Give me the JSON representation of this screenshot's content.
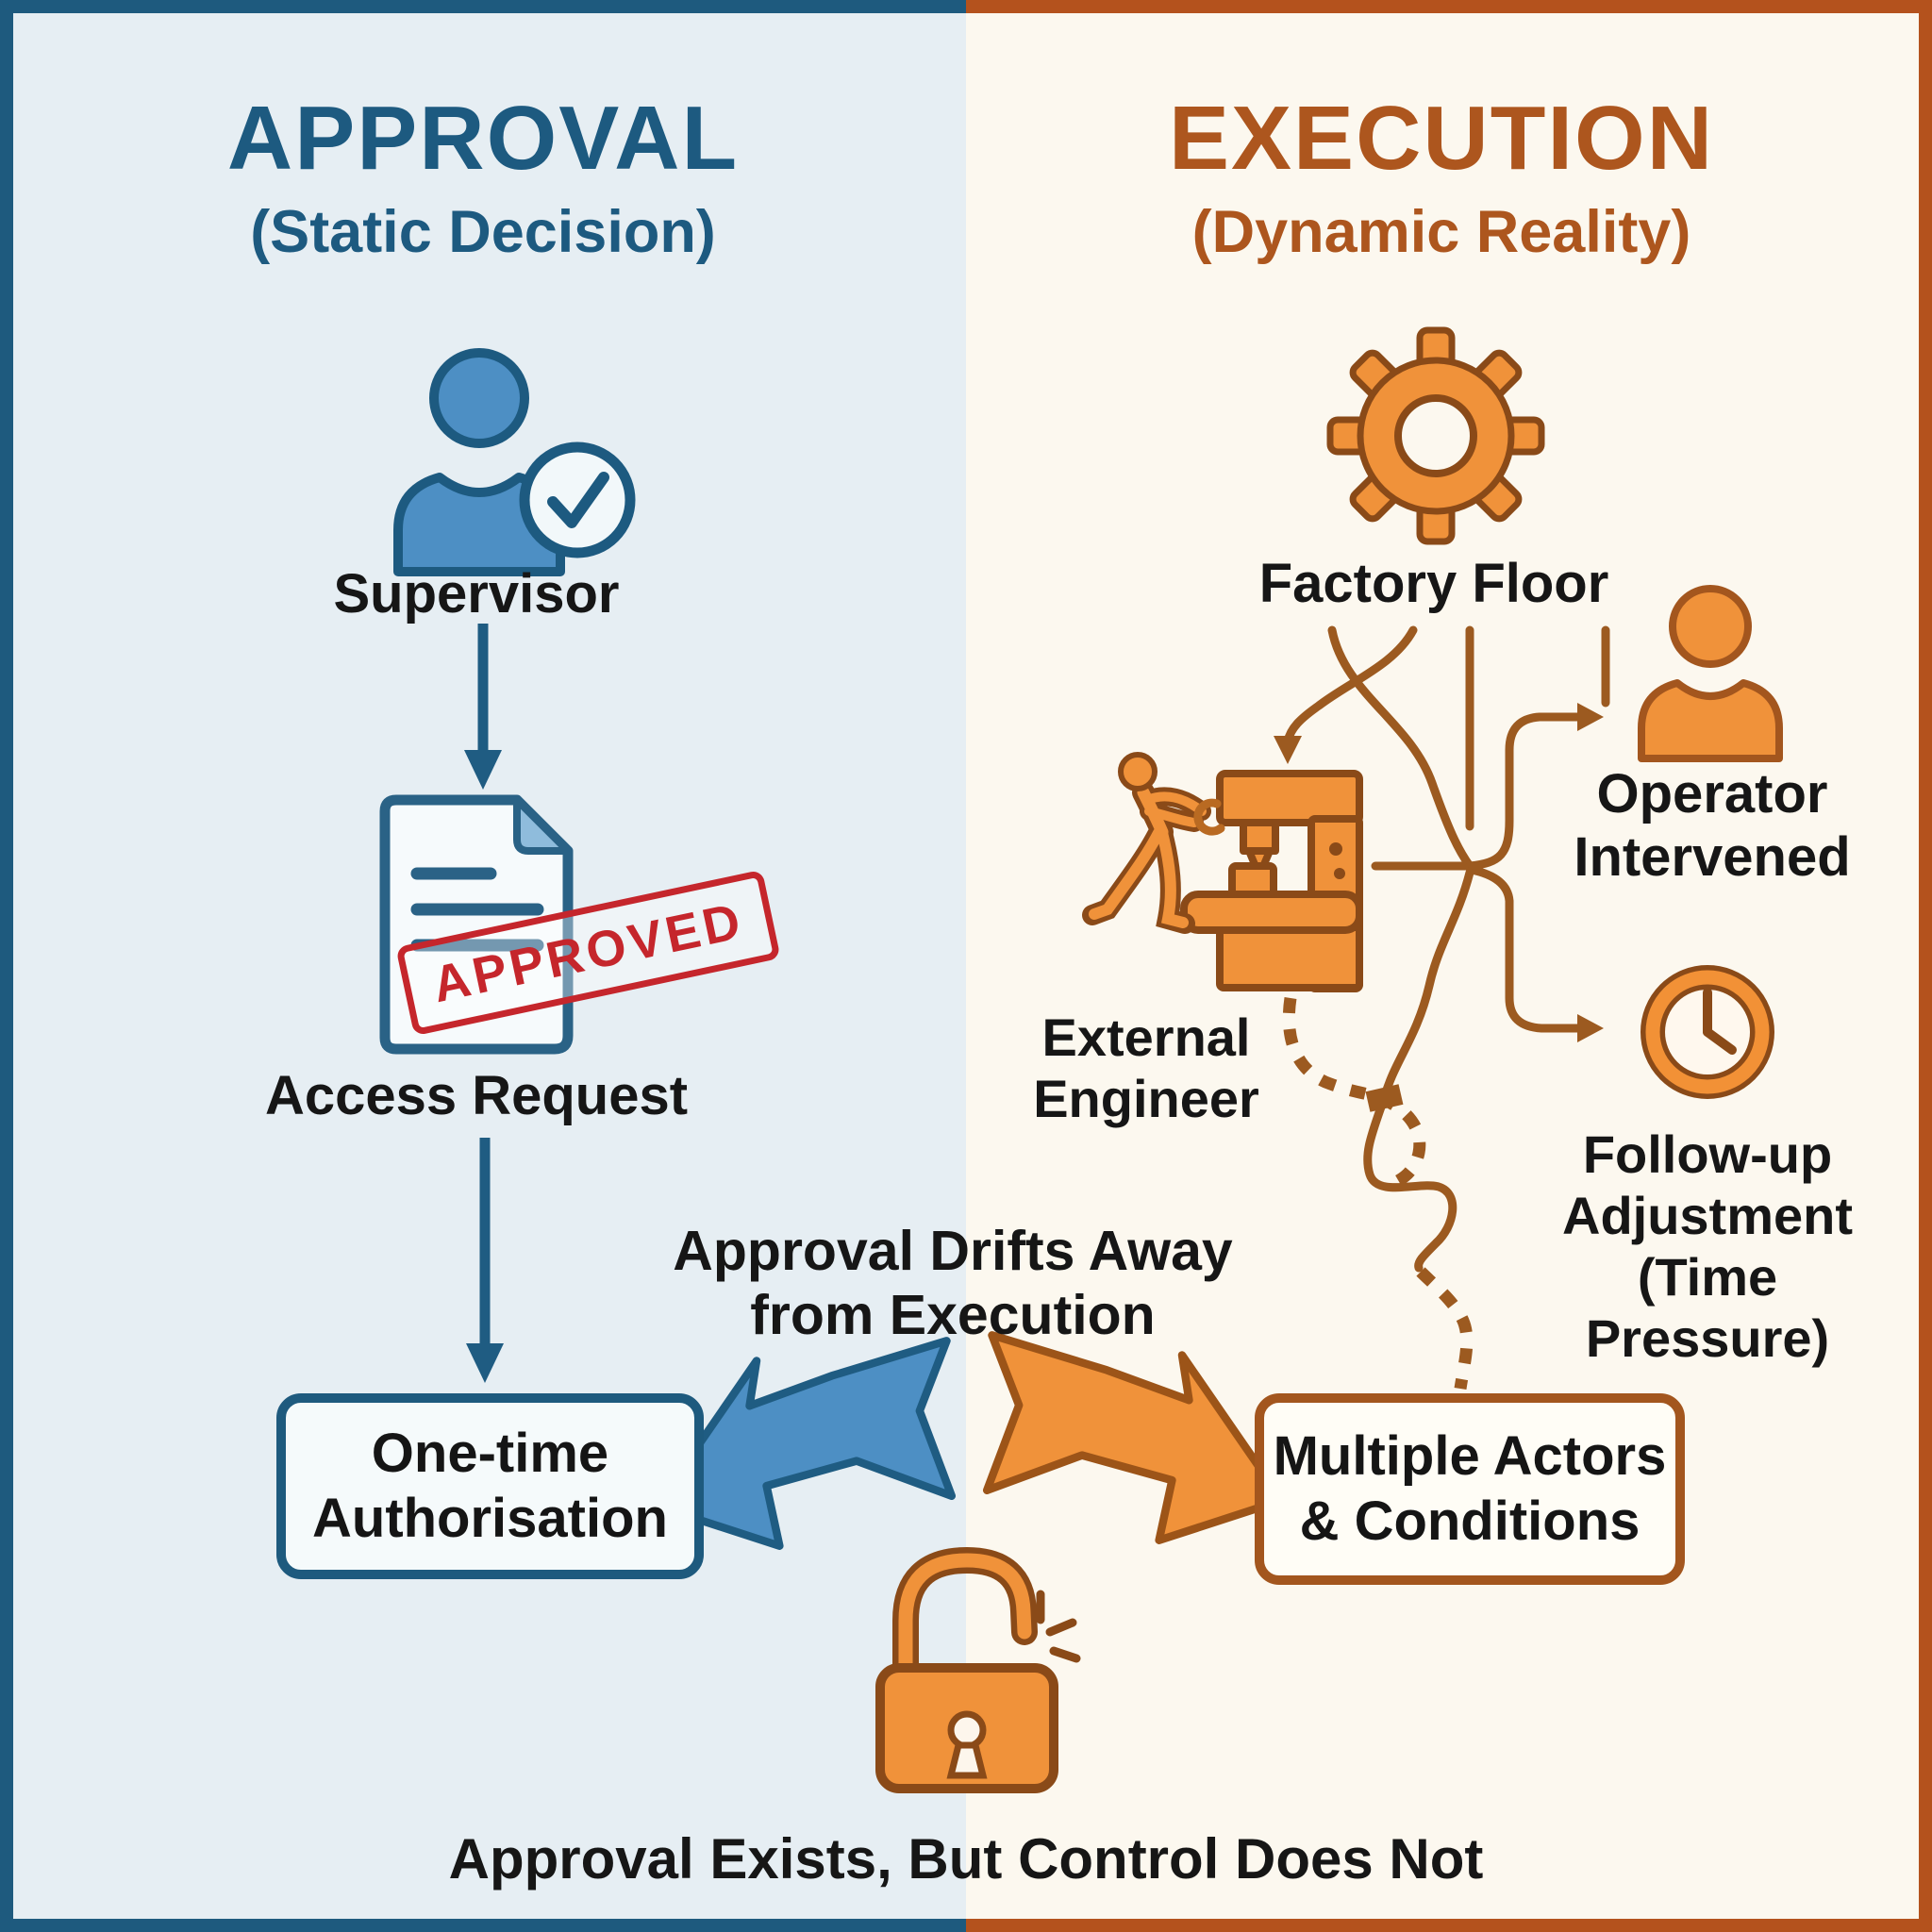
{
  "left": {
    "title": "APPROVAL",
    "subtitle": "(Static Decision)",
    "supervisor_label": "Supervisor",
    "stamp_text": "APPROVED",
    "document_label": "Access Request",
    "auth_box": "One-time\nAuthorisation"
  },
  "right": {
    "title": "EXECUTION",
    "subtitle": "(Dynamic Reality)",
    "factory_label": "Factory Floor",
    "engineer_label": "External\nEngineer",
    "operator_label": "Operator\nIntervened",
    "clock_label": "Follow-up\nAdjustment\n(Time Pressure)",
    "actors_box": "Multiple Actors\n& Conditions"
  },
  "center": {
    "drift_text": "Approval Drifts Away\nfrom Execution",
    "caption": "Approval Exists, But Control Does Not"
  },
  "colors": {
    "left_bg": "#e6eef3",
    "right_bg": "#fcf8ef",
    "blue_dark": "#1e5a7e",
    "blue_fill": "#4d8fc4",
    "orange_fill": "#f0923a",
    "orange_dark": "#8a4a18",
    "orange_title": "#ad561e",
    "line_brown": "#9c5a20",
    "stamp_red": "#c5262c",
    "text_black": "#161616"
  }
}
